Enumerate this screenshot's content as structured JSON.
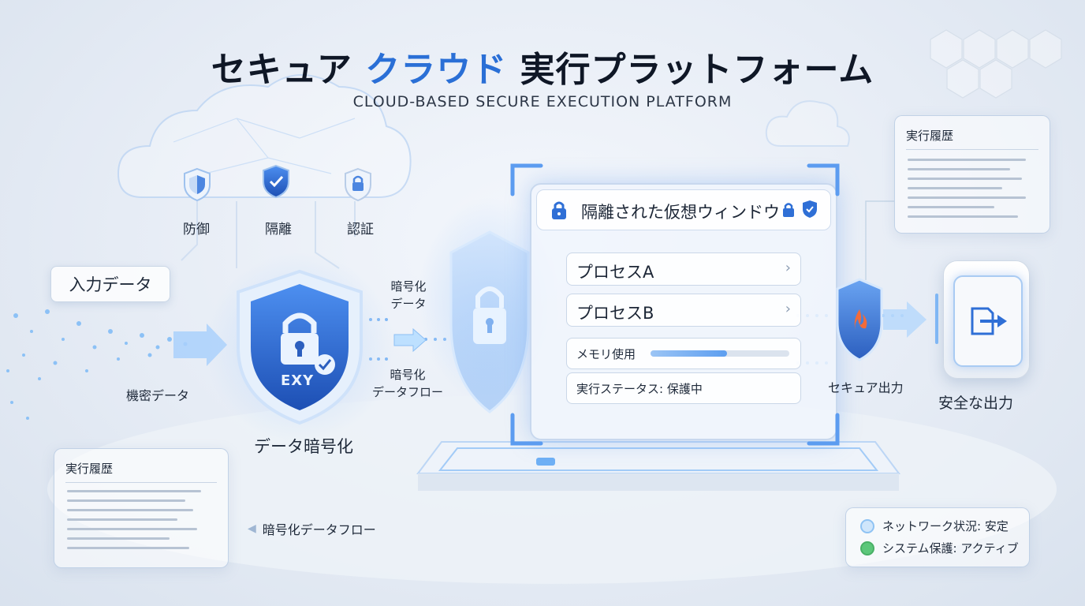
{
  "header": {
    "title_part1": "セキュア",
    "title_accent": "クラウド",
    "title_part2": "実行プラットフォーム",
    "subtitle": "CLOUD-BASED SECURE EXECUTION PLATFORM"
  },
  "cloud_features": [
    {
      "label": "防御",
      "icon": "shield-half-icon"
    },
    {
      "label": "隔離",
      "icon": "shield-check-icon"
    },
    {
      "label": "認証",
      "icon": "lock-icon"
    }
  ],
  "input": {
    "pill_label": "入力データ",
    "source_label": "機密データ"
  },
  "encryption": {
    "shield_text": "EXY",
    "caption": "データ暗号化",
    "arrow_label_top": "暗号化\nデータ",
    "arrow_label_bottom": "暗号化\nデータフロー"
  },
  "virtual_window": {
    "title": "隔離された仮想ウィンドウ",
    "processes": [
      {
        "label": "プロセスA"
      },
      {
        "label": "プロセスB"
      }
    ],
    "memory_label": "メモリ使用",
    "memory_fraction": 0.55,
    "status_label": "実行ステータス: 保護中"
  },
  "output": {
    "firewall_label": "セキュア出力",
    "output_label": "安全な出力"
  },
  "history_left": {
    "title": "実行履歴"
  },
  "history_right": {
    "title": "実行履歴"
  },
  "flow_footer": {
    "label": "暗号化データフロー"
  },
  "status_legend": [
    {
      "label": "ネットワーク状況: 安定",
      "color": "#cfe6fb"
    },
    {
      "label": "システム保護: アクティブ",
      "color": "#5cc77a"
    }
  ],
  "colors": {
    "accent": "#2a6fd6",
    "glow": "#7fb6f4",
    "text": "#1f2a3a"
  }
}
